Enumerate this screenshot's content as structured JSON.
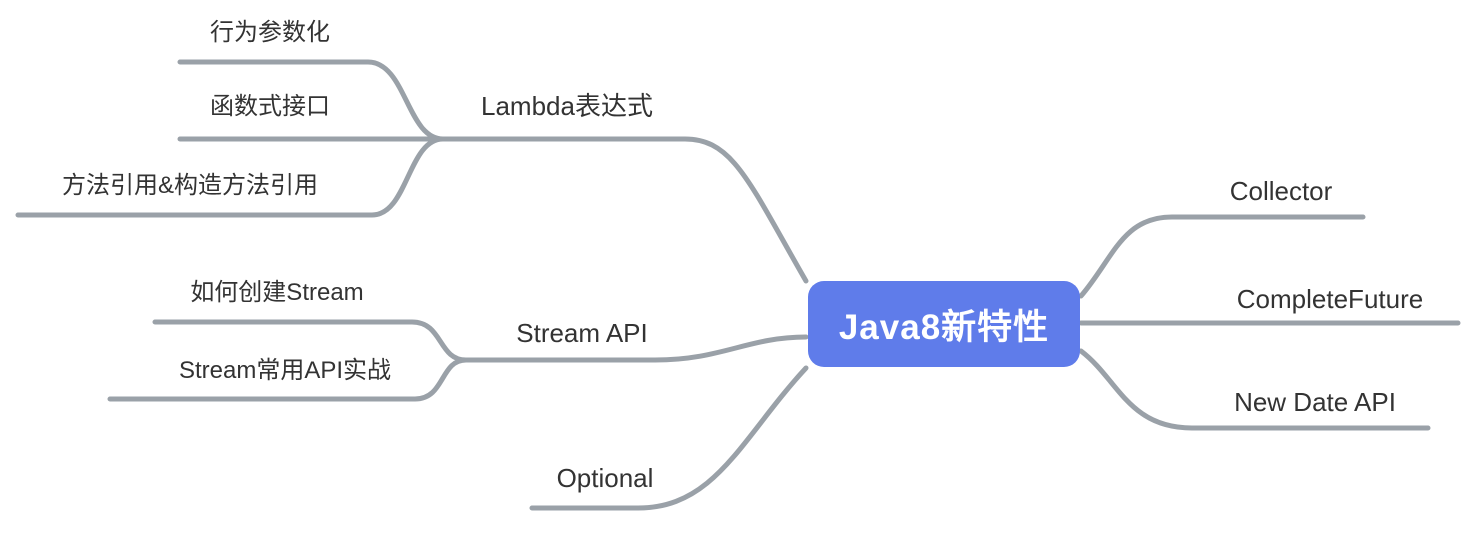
{
  "title": "Java8新特性",
  "colors": {
    "root_background": "#5F7CEA",
    "root_text": "#FFFFFF",
    "connector_line": "#9AA1A8",
    "label_text": "#333333",
    "canvas_background": "#FFFFFF"
  },
  "root": {
    "label": "Java8新特性"
  },
  "branches": {
    "lambda": {
      "label": "Lambda表达式",
      "children": [
        {
          "label": "行为参数化"
        },
        {
          "label": "函数式接口"
        },
        {
          "label": "方法引用&构造方法引用"
        }
      ]
    },
    "stream": {
      "label": "Stream API",
      "children": [
        {
          "label": "如何创建Stream"
        },
        {
          "label": "Stream常用API实战"
        }
      ]
    },
    "optional": {
      "label": "Optional"
    },
    "collector": {
      "label": "Collector"
    },
    "completefuture": {
      "label": "CompleteFuture"
    },
    "newdate": {
      "label": "New Date API"
    }
  }
}
